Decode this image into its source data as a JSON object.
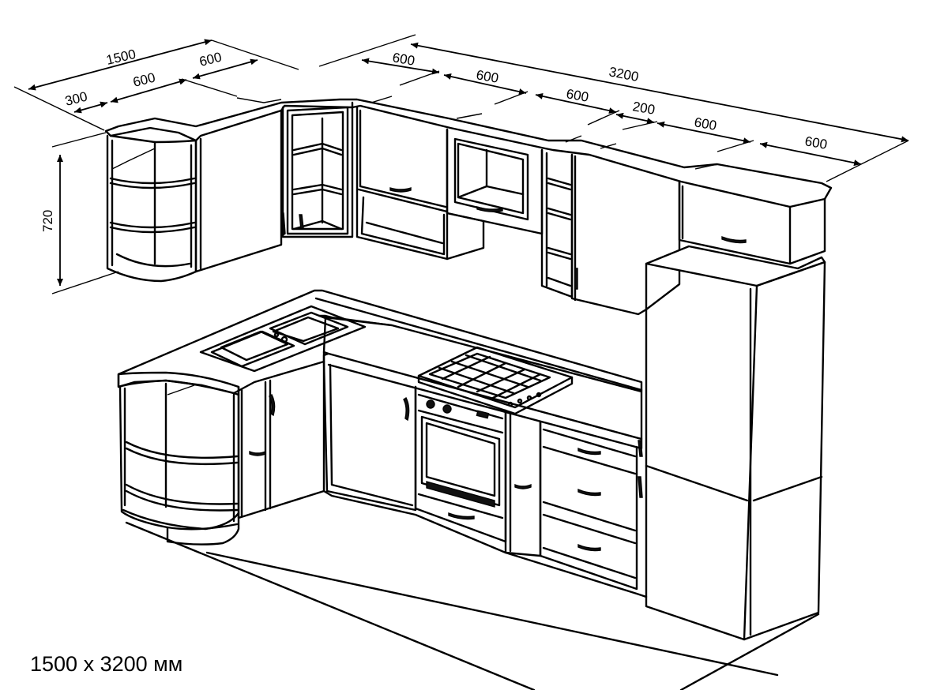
{
  "caption": "1500 x 3200 мм",
  "dimensions": {
    "left_total": "1500",
    "left_seg1": "300",
    "left_seg2": "600",
    "left_seg3": "600",
    "right_total": "3200",
    "right_seg1": "600",
    "right_seg2": "600",
    "right_seg3": "600",
    "right_seg4": "200",
    "right_seg5": "600",
    "right_seg6": "600",
    "height": "720"
  },
  "colors": {
    "line": "#000000",
    "background": "#ffffff"
  }
}
